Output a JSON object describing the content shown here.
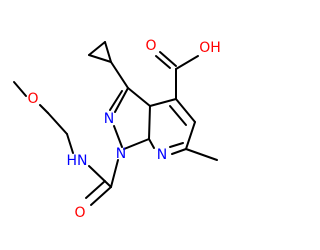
{
  "molecule": {
    "atom_labels": {
      "oxygen_methoxy": "O",
      "amide_nitrogen": "HN",
      "amide_oxygen": "O",
      "pyrazole_n1": "N",
      "pyrazole_n2": "N",
      "pyridine_n": "N",
      "acid_oxygen": "O",
      "acid_hydroxyl": "OH"
    },
    "colors": {
      "bond": "#000000",
      "oxygen": "#ff0000",
      "nitrogen": "#0000ff"
    },
    "structure": [
      "methoxyethyl",
      "amide",
      "pyrazolo[3,4-b]pyridine",
      "cyclopropyl",
      "carboxylic-acid",
      "methyl"
    ]
  }
}
